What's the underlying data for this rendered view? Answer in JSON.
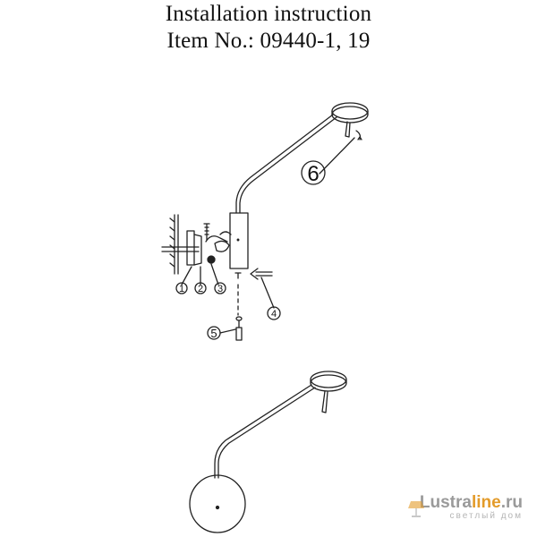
{
  "header": {
    "title": "Installation instruction",
    "item_line": "Item No.:  09440-1, 19"
  },
  "callouts": {
    "c1": "1",
    "c2": "2",
    "c3": "3",
    "c4": "4",
    "c5": "5",
    "c6": "6"
  },
  "watermark": {
    "brand_main": "Lustra",
    "brand_accent": "line",
    "brand_tld": ".ru",
    "tagline": "светлый дом",
    "accent_color": "#e39b2a"
  }
}
